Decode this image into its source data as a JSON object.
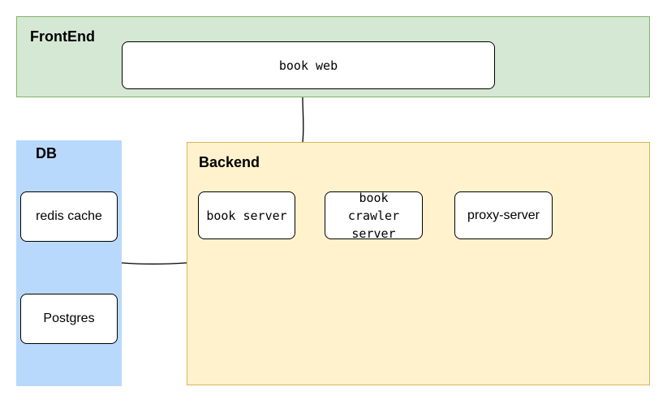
{
  "groups": {
    "frontend": {
      "title": "FrontEnd",
      "fill": "#d5e8d4",
      "stroke": "#82b366"
    },
    "db": {
      "title": "DB",
      "fill": "#b9d9fc"
    },
    "backend": {
      "title": "Backend",
      "fill": "#fff2cc",
      "stroke": "#d6b656"
    }
  },
  "nodes": {
    "book_web": "book web",
    "redis_cache": "redis cache",
    "postgres": "Postgres",
    "book_server": "book server",
    "book_crawler_server": "book crawler server",
    "proxy_server": "proxy-server"
  },
  "edges": [
    {
      "from": "frontend",
      "to": "backend"
    },
    {
      "from": "db",
      "to": "backend"
    }
  ]
}
